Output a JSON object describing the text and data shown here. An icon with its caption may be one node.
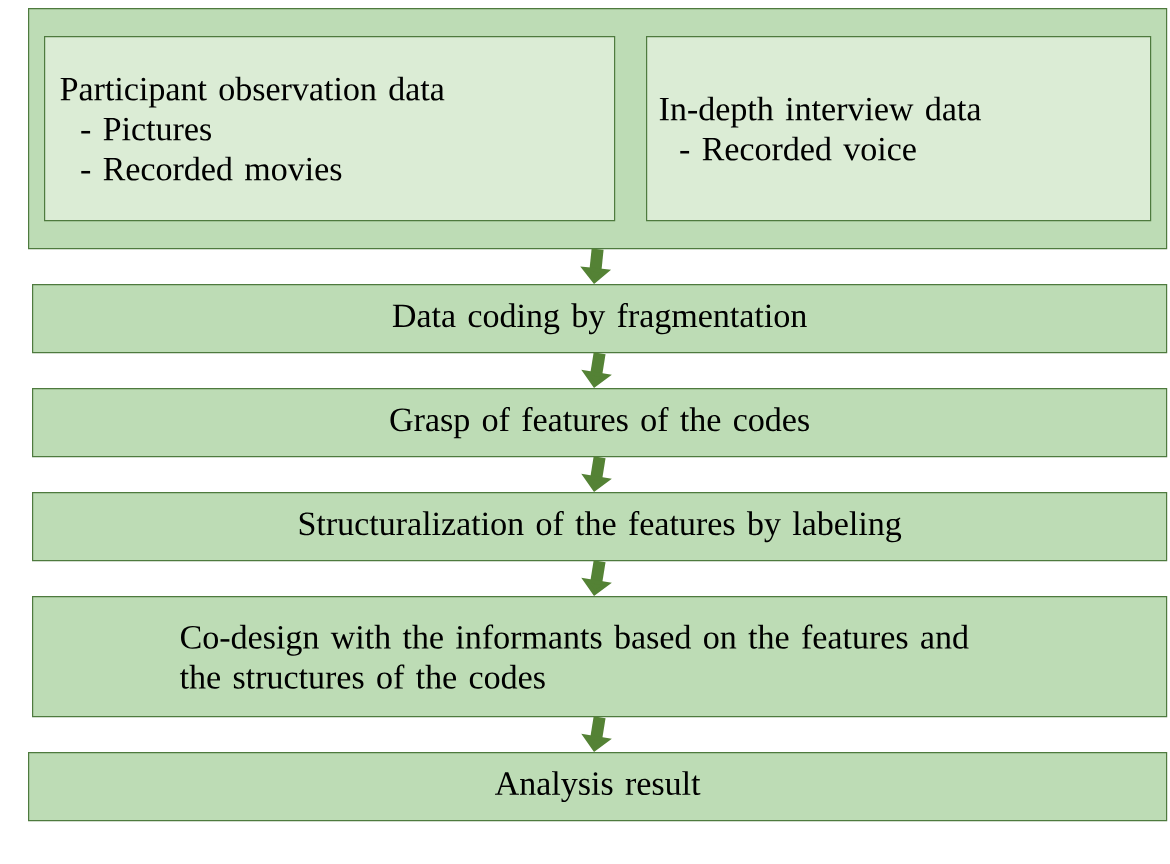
{
  "diagram": {
    "nodes": [
      {
        "text": [],
        "shape": "box"
      },
      {
        "text": [
          "Participant observation data",
          "- Pictures",
          "- Recorded movies"
        ],
        "in": 0
      },
      {
        "text": [
          "In-depth interview data",
          "- Recorded voice"
        ],
        "in": 0
      },
      {
        "text": [
          "Data coding by fragmentation"
        ]
      },
      {
        "text": [
          "Grasp of features of the codes"
        ]
      },
      {
        "text": [
          "Structuralization of the features by labeling"
        ]
      },
      {
        "text": [
          "Co-design with the informants based on the features and the structures of the codes"
        ]
      },
      {
        "text": [
          "Analysis result"
        ]
      }
    ],
    "edges": [
      {
        "from": 0,
        "to": 3,
        "arrow": "to"
      },
      {
        "from": 3,
        "to": 4,
        "arrow": "to"
      },
      {
        "from": 4,
        "to": 5,
        "arrow": "to"
      },
      {
        "from": 5,
        "to": 6,
        "arrow": "to"
      },
      {
        "from": 6,
        "to": 7,
        "arrow": "to"
      }
    ]
  }
}
